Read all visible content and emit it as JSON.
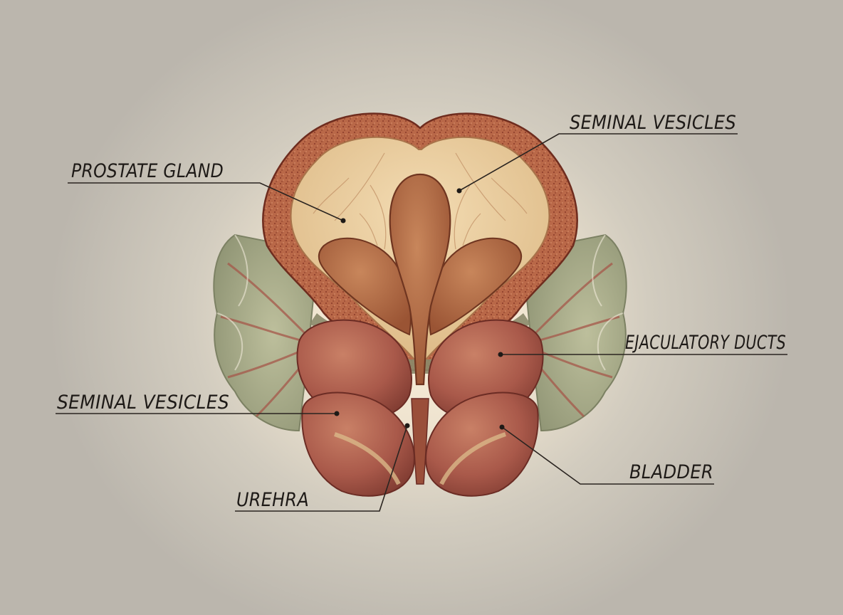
{
  "labels": {
    "seminal_vesicles_top": "SEMINAL VESICLES",
    "prostate_gland": "PROSTATE GLAND",
    "ejaculatory_ducts": "EJACULATORY DUCTS",
    "seminal_vesicles_left": "SEMINAL VESICLES",
    "bladder": "BLADDER",
    "urehra": "UREHRA"
  },
  "colors": {
    "capsule": "#b86848",
    "capsule_speckle": "#8c3e2a",
    "gland_tissue": "#ecd2a6",
    "central_lobe": "#b46a42",
    "side_lobes": "#bd7a53",
    "green_leaves": "#a9ae8a",
    "red_lobes": "#b0614d",
    "leader_lines": "#2a2420"
  }
}
